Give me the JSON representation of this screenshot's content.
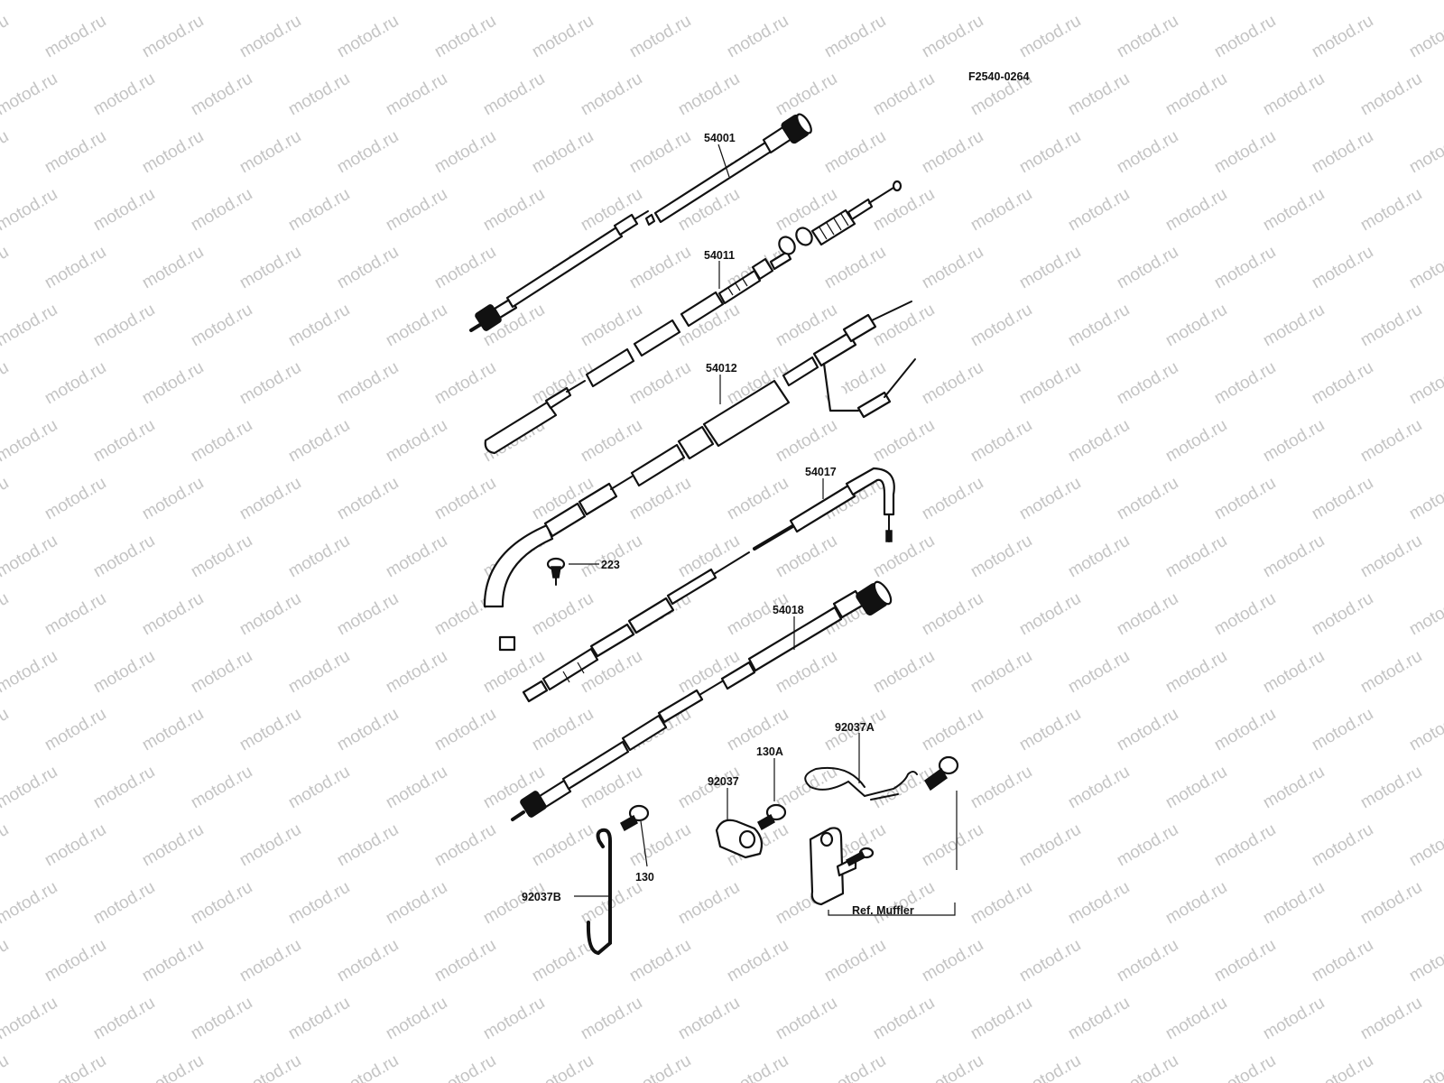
{
  "figure_code": "F2540-0264",
  "watermark": "motod.ru",
  "callouts": {
    "c54001": "54001",
    "c54011": "54011",
    "c54012": "54012",
    "c54017": "54017",
    "c223": "223",
    "c54018": "54018",
    "c130A": "130A",
    "c92037A": "92037A",
    "c92037": "92037",
    "c130": "130",
    "c92037B": "92037B",
    "ref_muffler": "Ref. Muffler"
  }
}
